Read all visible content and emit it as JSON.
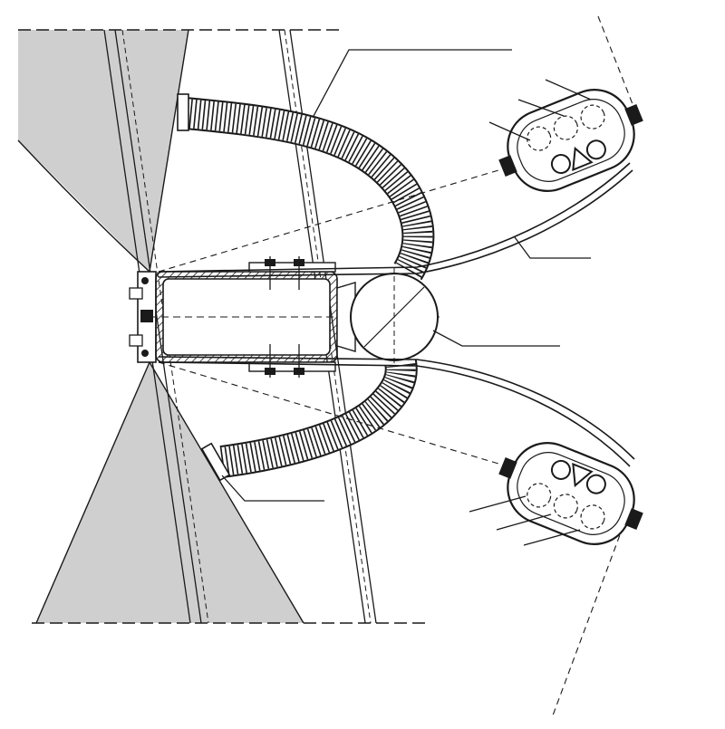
{
  "drawing": {
    "kind": "technical-line-drawing",
    "text_labels": [],
    "colors": {
      "line": "#1a1a1a",
      "shade": "#cfcfcf",
      "shade_dark": "#bdbdbd",
      "background": "#ffffff"
    },
    "parts": [
      "structural-post",
      "boom-arms",
      "rectangular-housing",
      "round-pipe",
      "corrugated-hose-upper",
      "corrugated-hose-lower",
      "curved-support-strap-upper",
      "curved-support-strap-lower",
      "carrier-upper",
      "carrier-lower",
      "leader-lines"
    ]
  }
}
